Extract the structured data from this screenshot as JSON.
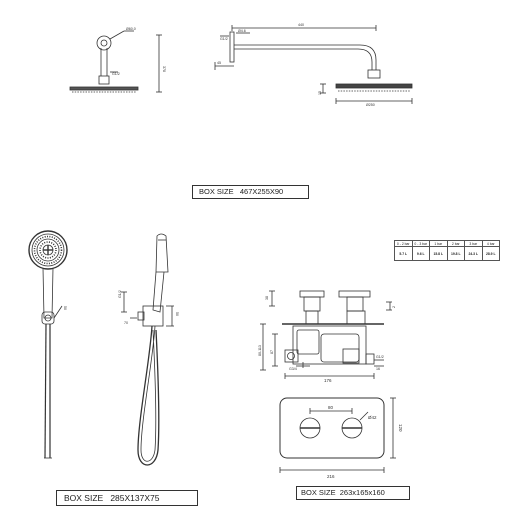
{
  "boxes": {
    "box1": {
      "label": "BOX SIZE",
      "value": "467X255X90"
    },
    "box2": {
      "label": "BOX SIZE",
      "value": "285X137X75"
    },
    "box3": {
      "label": "BOX SIZE",
      "value": "263x165x160"
    }
  },
  "flow_table": {
    "headers": [
      "0 - 2 bar",
      "0 - 3 bar",
      "1 bar",
      "2 bar",
      "3 bar",
      "4 bar"
    ],
    "values": [
      "5.7 L",
      "9.6 L",
      "15.8 L",
      "19.8 L",
      "24.3 L",
      "28.9 L"
    ]
  },
  "shower_head_dims": {
    "head_diameter_top": "Ø60.0",
    "thread_top": "G1/2",
    "arm_length": "440",
    "arm_flange": "Ø4.6",
    "arm_thread": "G1/2",
    "arm_depth": "45",
    "arm_drop": "378",
    "head_height": "15",
    "head_diameter": "Ø250",
    "side_height": "378",
    "side_thread": "G1/2",
    "side_head": "Ø250"
  },
  "hand_shower_dims": {
    "holder": "50",
    "thread": "G1/2",
    "depth": "50",
    "offset": "70"
  },
  "valve_dims": {
    "top_height": "38",
    "step": "2",
    "body_height": "80-113",
    "lower": "87",
    "connection": "G3/4",
    "side_thread": "G1/2",
    "depth_small": "16",
    "width": "176",
    "plate_spacing": "80",
    "knob_diameter": "Ø42",
    "plate_height": "120",
    "plate_width": "216"
  }
}
